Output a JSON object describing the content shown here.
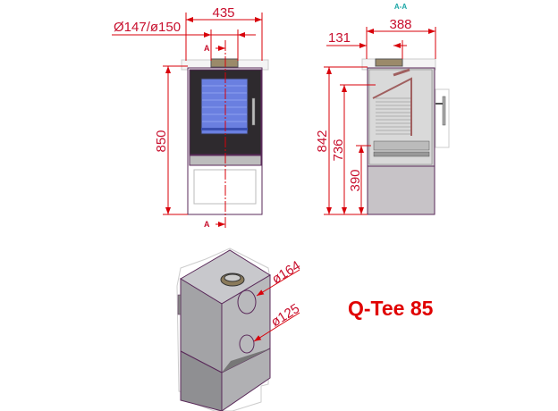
{
  "front_view": {
    "width_dim": "435",
    "flue_dim": "Ø147/ø150",
    "height_dim": "850",
    "section_marker_top": "A",
    "section_marker_bottom": "A"
  },
  "section_view": {
    "label": "A-A",
    "depth_dim": "388",
    "flue_offset_dim": "131",
    "height_dim": "842",
    "door_top_dim": "736",
    "door_bottom_dim": "390"
  },
  "iso_view": {
    "top_hole_dim": "ø164",
    "lower_hole_dim": "ø125"
  },
  "product_name": "Q-Tee 85",
  "colors": {
    "dimension": "#d8000a",
    "title": "#e00000",
    "section_label": "#1aa6a6"
  }
}
